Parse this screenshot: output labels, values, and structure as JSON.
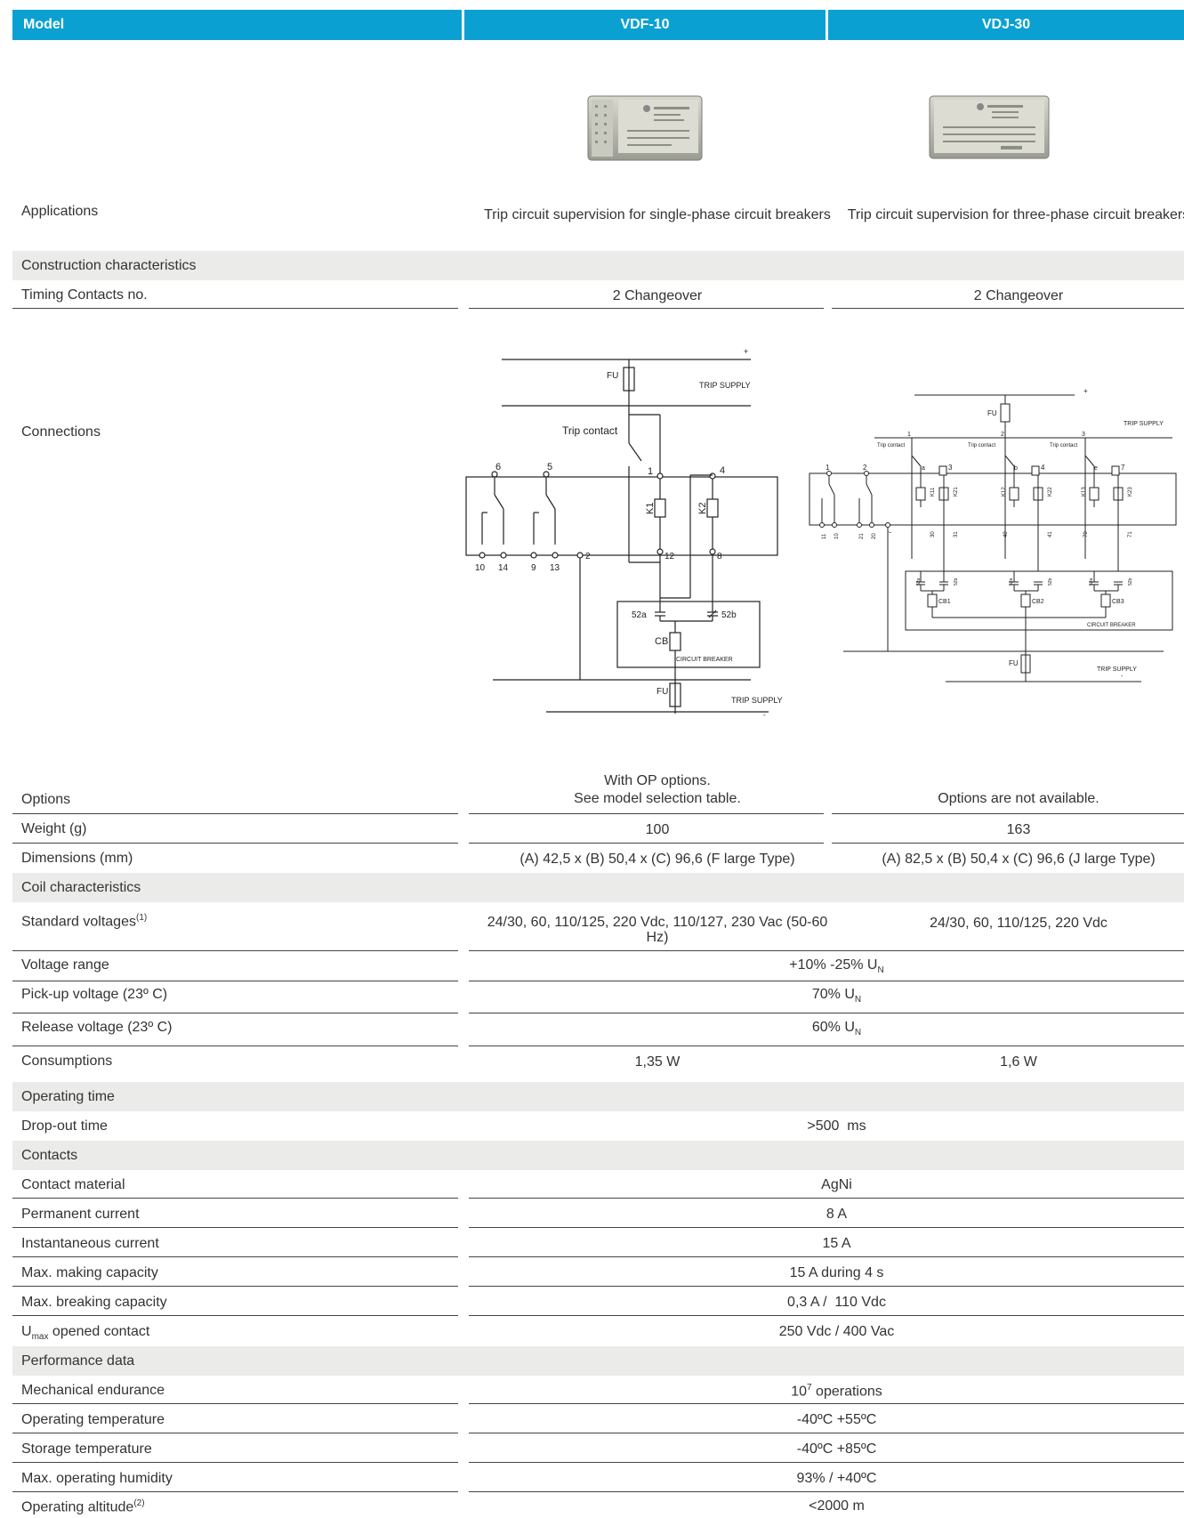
{
  "header": {
    "model": "Model",
    "col1": "VDF-10",
    "col2": "VDJ-30"
  },
  "applications": {
    "label": "Applications",
    "v1": "Trip circuit supervision for single-phase circuit breakers",
    "v2": "Trip circuit supervision for three-phase circuit breakers"
  },
  "sections": {
    "construction": "Construction characteristics",
    "coil": "Coil characteristics",
    "operating_time": "Operating time",
    "contacts": "Contacts",
    "performance": "Performance data"
  },
  "timing_contacts": {
    "label": "Timing Contacts no.",
    "v1": "2 Changeover",
    "v2": "2 Changeover"
  },
  "connections": {
    "label": "Connections"
  },
  "diagram1": {
    "plus": "+",
    "minus": "-",
    "fu": "FU",
    "trip_supply": "TRIP SUPPLY",
    "trip_contact": "Trip contact",
    "t6": "6",
    "t5": "5",
    "t1": "1",
    "t4": "4",
    "t12": "12",
    "t8": "8",
    "t2": "2",
    "t10": "10",
    "t14": "14",
    "t9": "9",
    "t13": "13",
    "k1": "K1",
    "k2": "K2",
    "c52a": "52a",
    "c52b": "52b",
    "cb": "CB",
    "circuit_breaker": "CIRCUIT BREAKER"
  },
  "diagram2": {
    "plus": "+",
    "minus": "-",
    "fu": "FU",
    "trip_supply": "TRIP SUPPLY",
    "trip_contact": "Trip contact",
    "n1": "1",
    "n2": "2",
    "n3": "3",
    "a": "a",
    "b": "b",
    "e": "e",
    "r3": "3",
    "r4": "4",
    "r7": "7",
    "l1": "1",
    "l2": "2",
    "k11": "K11",
    "k21": "K21",
    "k12": "K12",
    "k22": "K22",
    "k13": "K13",
    "k23": "K23",
    "b11": "11",
    "b10": "10",
    "b21": "21",
    "b20": "20",
    "b7": "7",
    "b30": "30",
    "b31": "31",
    "b40": "40",
    "b41": "41",
    "b70": "70",
    "b71": "71",
    "c52a": "52a",
    "c52b": "52b",
    "cb1": "CB1",
    "cb2": "CB2",
    "cb3": "CB3",
    "circuit_breaker": "CIRCUIT BREAKER"
  },
  "options": {
    "label": "Options",
    "v1a": "With OP options.",
    "v1b": "See model selection table.",
    "v2": "Options are not available."
  },
  "weight": {
    "label": "Weight (g)",
    "v1": "100",
    "v2": "163"
  },
  "dimensions": {
    "label": "Dimensions (mm)",
    "v1": "(A) 42,5 x (B) 50,4 x (C) 96,6 (F large Type)",
    "v2": "(A) 82,5 x (B) 50,4 x (C) 96,6 (J large Type)"
  },
  "standard_voltages": {
    "label": "Standard voltages",
    "sup": "(1)",
    "v1": "24/30, 60, 110/125, 220 Vdc, 110/127, 230 Vac (50-60 Hz)",
    "v2": "24/30, 60, 110/125, 220 Vdc"
  },
  "voltage_range": {
    "label": "Voltage range",
    "v": "+10% -25% U",
    "sub": "N"
  },
  "pickup": {
    "label": "Pick-up voltage (23º C)",
    "v": "70% U",
    "sub": "N"
  },
  "release": {
    "label": "Release voltage (23º C)",
    "v": "60% U",
    "sub": "N"
  },
  "consumptions": {
    "label": "Consumptions",
    "v1": "1,35 W",
    "v2": "1,6 W"
  },
  "dropout": {
    "label": "Drop-out time",
    "v": ">500  ms"
  },
  "contact_material": {
    "label": "Contact material",
    "v": "AgNi"
  },
  "permanent_current": {
    "label": "Permanent current",
    "v": "8 A"
  },
  "instant_current": {
    "label": "Instantaneous current",
    "v": "15 A"
  },
  "making": {
    "label": "Max. making capacity",
    "v": "15 A during 4 s"
  },
  "breaking": {
    "label": "Max. breaking capacity",
    "v": "0,3 A /  110 Vdc"
  },
  "umax": {
    "label_u": "U",
    "label_sub": "max",
    "label_rest": " opened contact",
    "v": "250 Vdc / 400 Vac"
  },
  "mech": {
    "label": "Mechanical endurance",
    "v_base": "10",
    "v_sup": "7",
    "v_rest": " operations"
  },
  "op_temp": {
    "label": "Operating temperature",
    "v": "-40ºC +55ºC"
  },
  "storage_temp": {
    "label": "Storage temperature",
    "v": "-40ºC +85ºC"
  },
  "humidity": {
    "label": "Max. operating humidity",
    "v": "93% / +40ºC"
  },
  "altitude": {
    "label": "Operating altitude",
    "sup": "(2)",
    "v": "<2000 m"
  },
  "colors": {
    "header_bg": "#0aa1d2",
    "section_bg": "#ebebe9"
  }
}
